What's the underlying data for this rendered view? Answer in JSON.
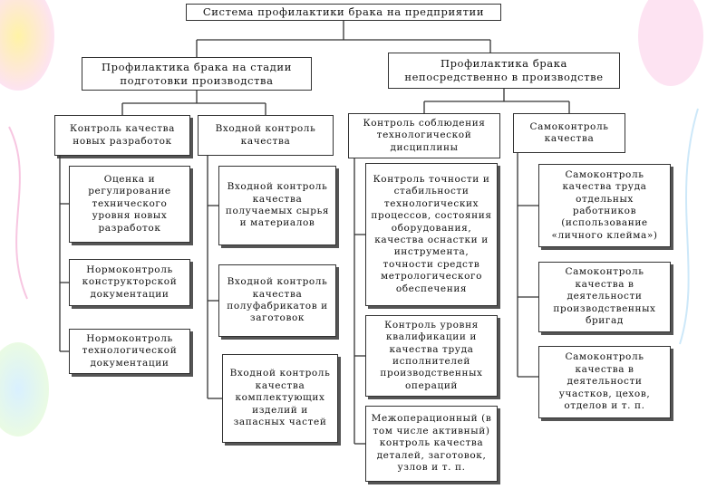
{
  "root": "Система профилактики брака на предприятии",
  "branches": [
    "Профилактика брака на стадии подготовки производства",
    "Профилактика брака непосредственно в производстве"
  ],
  "categories": [
    "Контроль качества новых разработок",
    "Входной контроль качества",
    "Контроль соблюдения технологической дисциплины",
    "Самоконтроль качества"
  ],
  "col1": [
    "Оценка и регулирование технического уровня новых разработок",
    "Нормоконтроль конструкторской документации",
    "Нормоконтроль технологической документации"
  ],
  "col2": [
    "Входной контроль качества получаемых сырья и материалов",
    "Входной контроль качества полуфабрикатов и заготовок",
    "Входной контроль качества комплектующих изделий и запасных частей"
  ],
  "col3": [
    "Контроль точности и стабильности технологических процессов, состояния оборудования, качества оснастки и инструмента, точности средств метрологического обеспечения",
    "Контроль уровня квалификации и качества труда исполнителей производственных операций",
    "Межоперационный (в том числе активный) контроль качества деталей, заготовок, узлов и т. п."
  ],
  "col4": [
    "Самоконтроль качества труда отдельных работников (использование «личного клейма»)",
    "Самоконтроль качества в деятельности производственных бригад",
    "Самоконтроль качества в деятельности участков, цехов, отделов и т. п."
  ]
}
